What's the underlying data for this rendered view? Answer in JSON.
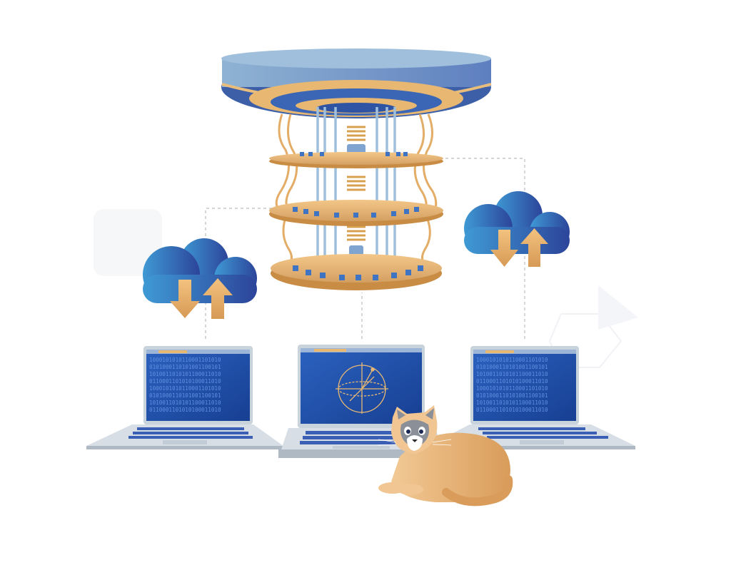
{
  "colors": {
    "background": "#ffffff",
    "gold": "#e8b56c",
    "gold_dark": "#c98c45",
    "blue_top": "#6f93c9",
    "blue_deep": "#2b4f98",
    "cloud_light": "#3f93d2",
    "cloud_dark": "#2e4a9e",
    "screen": "#1f4fa8",
    "laptop_body": "#c9d3dc",
    "keys": "#3b5fb5",
    "cat_fur": "#e7b880",
    "cat_face": "#8a8f98",
    "dotted_line": "#b9bcc2"
  },
  "icons": [
    "quantum-chandelier-icon",
    "cloud-icon",
    "download-arrow-icon",
    "upload-arrow-icon",
    "laptop-icon",
    "bloch-sphere-icon",
    "cat-icon"
  ],
  "screens": {
    "left_lines": [
      "1000101010110001101010",
      "0101000110101001100101",
      "1010011010101100011010",
      "0110001101010100011010",
      "1000101010110001101010",
      "0101000110101001100101",
      "1010011010101100011010",
      "0110001101010100011010"
    ],
    "right_lines": [
      "1000101010110001101010",
      "0101000110101001100101",
      "1010011010101100011010",
      "0110001101010100011010",
      "1000101010110001101010",
      "0101000110101001100101",
      "1010011010101100011010",
      "0110001101010100011010"
    ]
  }
}
